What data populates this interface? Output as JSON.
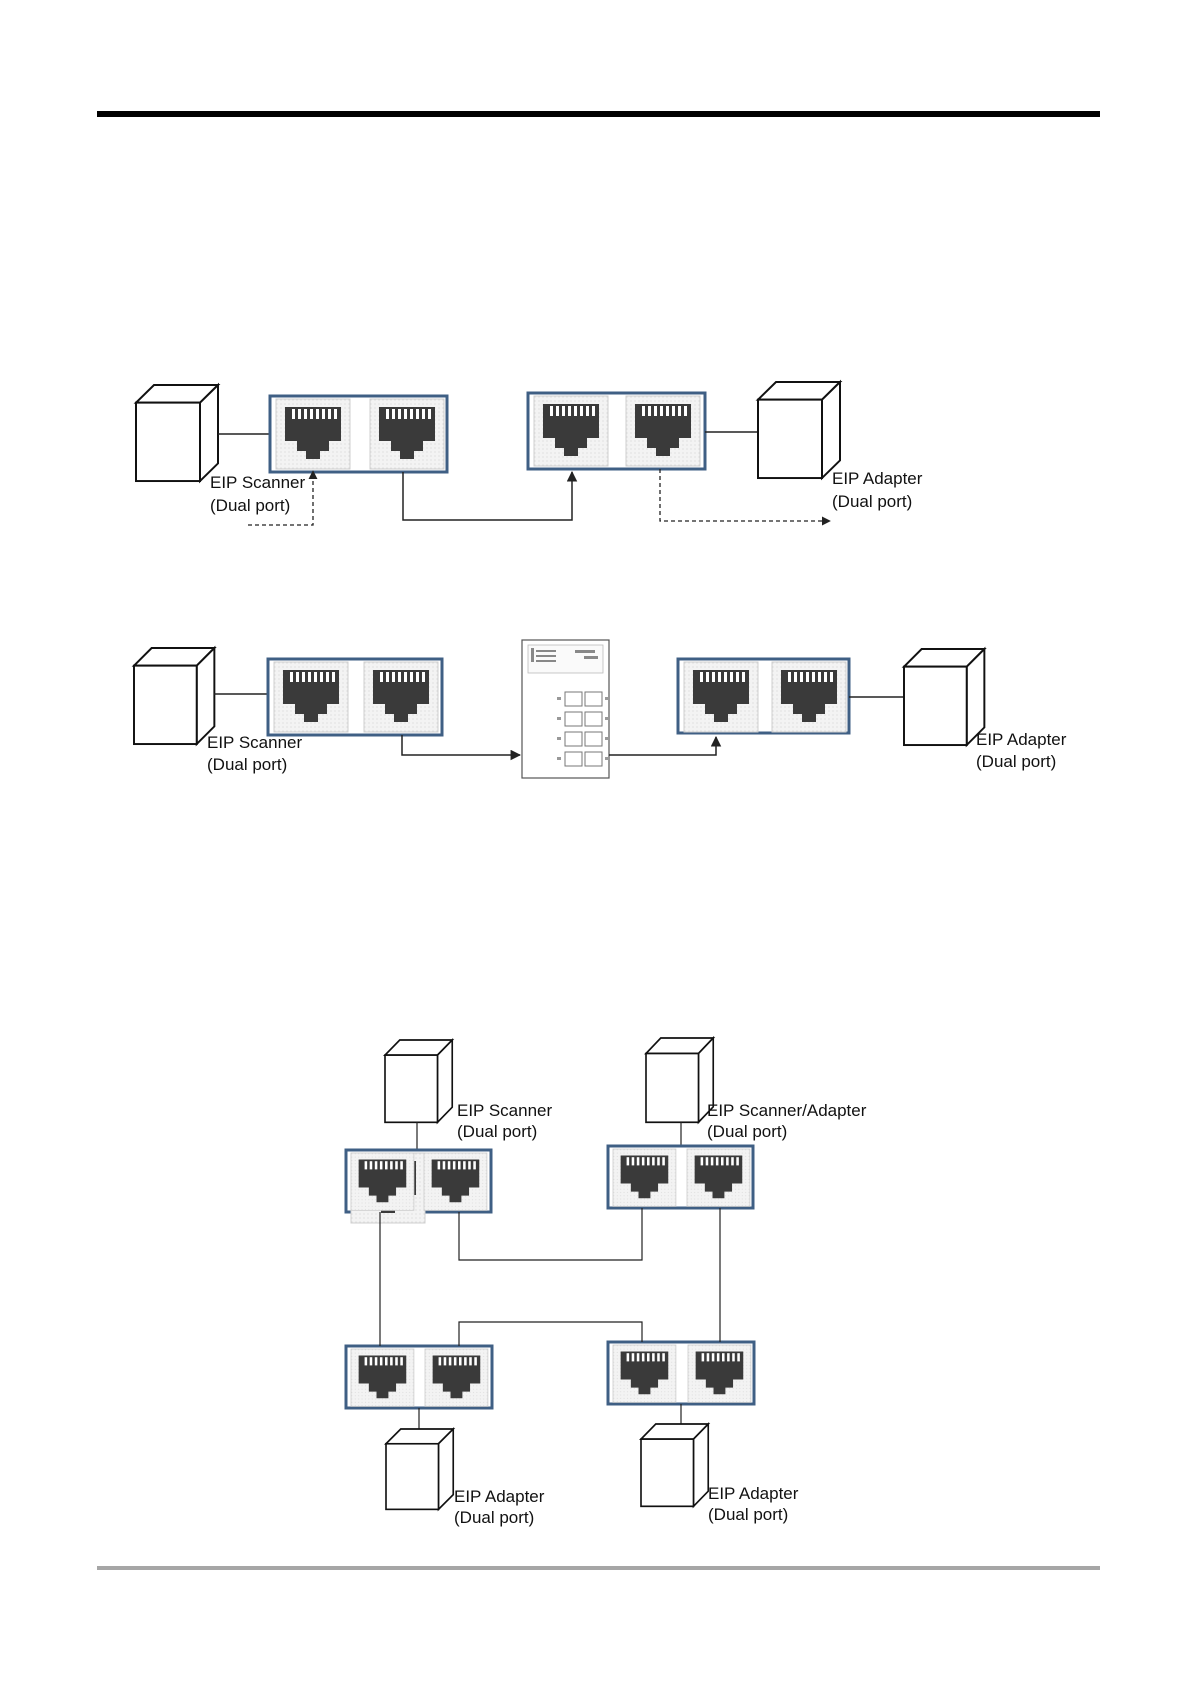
{
  "diagram1": {
    "scanner_label": "EIP Scanner",
    "scanner_sub": "(Dual port)",
    "adapter_label": "EIP Adapter",
    "adapter_sub": "(Dual port)"
  },
  "diagram2": {
    "scanner_label": "EIP Scanner",
    "scanner_sub": "(Dual port)",
    "adapter_label": "EIP Adapter",
    "adapter_sub": "(Dual port)"
  },
  "diagram3": {
    "scanner_label": "EIP Scanner",
    "scanner_sub": "(Dual port)",
    "scanner_adapter_label": "EIP Scanner/Adapter",
    "scanner_adapter_sub": "(Dual port)",
    "adapter1_label": "EIP Adapter",
    "adapter1_sub": "(Dual port)",
    "adapter2_label": "EIP Adapter",
    "adapter2_sub": "(Dual port)"
  },
  "colors": {
    "port_frame": "#3f5f84",
    "port_body": "#3a3a3a",
    "line": "#222222"
  }
}
